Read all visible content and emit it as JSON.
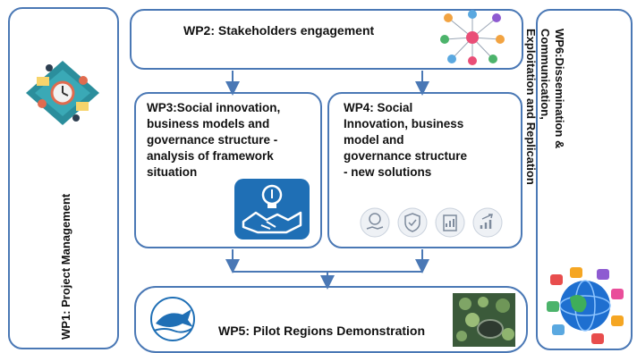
{
  "wp1": {
    "label": "WP1: Project Management"
  },
  "wp2": {
    "label": "WP2: Stakeholders engagement"
  },
  "wp3": {
    "line1": "WP3:Social innovation,",
    "line2": "business models and",
    "line3": "governance structure  -",
    "line4": "analysis of framework",
    "line5": "situation"
  },
  "wp4": {
    "line1": "WP4: Social",
    "line2": "Innovation, business",
    "line3": "model and",
    "line4": "governance structure",
    "line5": "- new solutions"
  },
  "wp5": {
    "label": "WP5: Pilot Regions Demonstration"
  },
  "wp6": {
    "line1": "WP6:Dissemination &",
    "line2": "Communication,",
    "line3": "Exploitation and Replication"
  },
  "colors": {
    "border": "#4a78b5",
    "arrow": "#4a78b5",
    "accent": "#1f6fb5"
  },
  "icons": [
    "project-management-illustration",
    "stakeholders-network-icon",
    "lightbulb-handshake-icon",
    "money-hand-icon",
    "shield-check-icon",
    "document-chart-icon",
    "growth-chart-icon",
    "fish-logo-icon",
    "algae-photo",
    "globe-apps-icon"
  ]
}
